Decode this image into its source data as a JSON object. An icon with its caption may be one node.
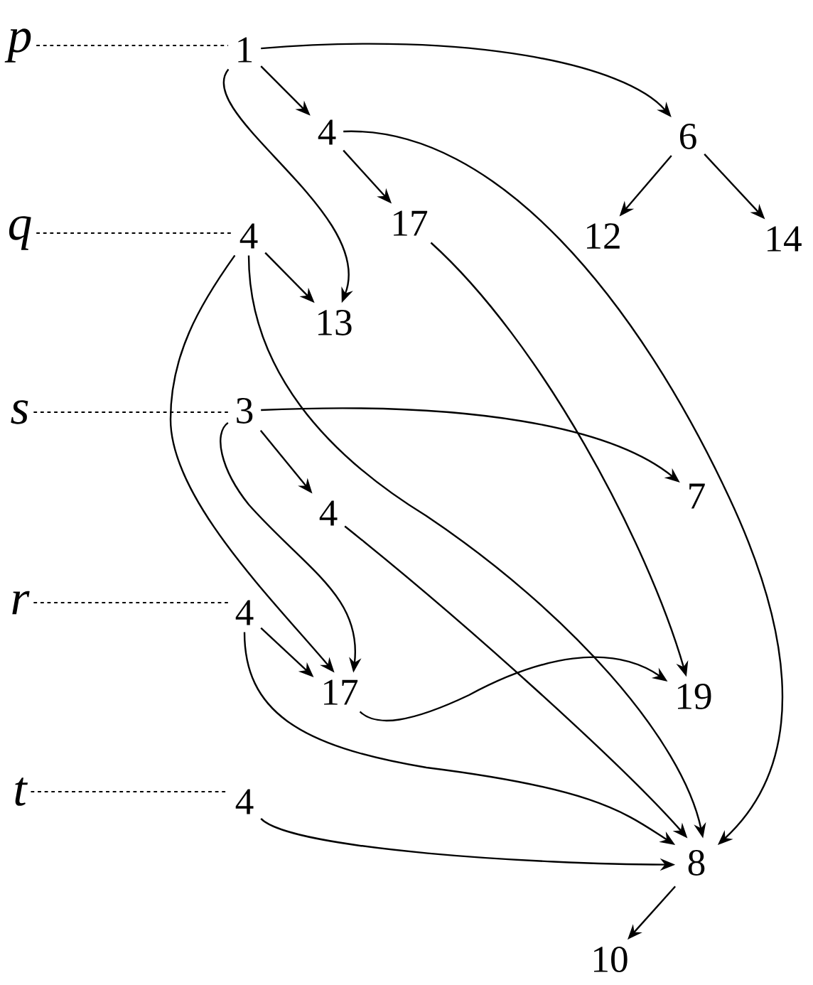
{
  "diagram": {
    "nodes": [
      {
        "text": [
          "p"
        ]
      },
      {
        "text": [
          "1"
        ]
      },
      {
        "text": [
          "4"
        ]
      },
      {
        "text": [
          "6"
        ]
      },
      {
        "text": [
          "q"
        ]
      },
      {
        "text": [
          "4"
        ]
      },
      {
        "text": [
          "17"
        ]
      },
      {
        "text": [
          "12"
        ]
      },
      {
        "text": [
          "14"
        ]
      },
      {
        "text": [
          "13"
        ]
      },
      {
        "text": [
          "s"
        ]
      },
      {
        "text": [
          "3"
        ]
      },
      {
        "text": [
          "7"
        ]
      },
      {
        "text": [
          "4"
        ]
      },
      {
        "text": [
          "r"
        ]
      },
      {
        "text": [
          "4"
        ]
      },
      {
        "text": [
          "17"
        ]
      },
      {
        "text": [
          "19"
        ]
      },
      {
        "text": [
          "t"
        ]
      },
      {
        "text": [
          "4"
        ]
      },
      {
        "text": [
          "8"
        ]
      },
      {
        "text": [
          "10"
        ]
      }
    ],
    "edges": [
      {
        "from": 0,
        "to": 1,
        "arrow": "none",
        "style": "dashed"
      },
      {
        "from": 4,
        "to": 5,
        "arrow": "none",
        "style": "dashed"
      },
      {
        "from": 10,
        "to": 11,
        "arrow": "none",
        "style": "dashed"
      },
      {
        "from": 14,
        "to": 15,
        "arrow": "none",
        "style": "dashed"
      },
      {
        "from": 18,
        "to": 19,
        "arrow": "none",
        "style": "dashed"
      },
      {
        "from": 1,
        "to": 2,
        "arrow": "to"
      },
      {
        "from": 1,
        "to": 3,
        "arrow": "to"
      },
      {
        "from": 1,
        "to": 9,
        "arrow": "to"
      },
      {
        "from": 2,
        "to": 6,
        "arrow": "to"
      },
      {
        "from": 2,
        "to": 20,
        "arrow": "to"
      },
      {
        "from": 3,
        "to": 7,
        "arrow": "to"
      },
      {
        "from": 3,
        "to": 8,
        "arrow": "to"
      },
      {
        "from": 6,
        "to": 17,
        "arrow": "to"
      },
      {
        "from": 5,
        "to": 9,
        "arrow": "to"
      },
      {
        "from": 5,
        "to": 16,
        "arrow": "to"
      },
      {
        "from": 5,
        "to": 20,
        "arrow": "to"
      },
      {
        "from": 11,
        "to": 12,
        "arrow": "to"
      },
      {
        "from": 11,
        "to": 13,
        "arrow": "to"
      },
      {
        "from": 11,
        "to": 16,
        "arrow": "to"
      },
      {
        "from": 13,
        "to": 20,
        "arrow": "to"
      },
      {
        "from": 15,
        "to": 16,
        "arrow": "to"
      },
      {
        "from": 15,
        "to": 20,
        "arrow": "to"
      },
      {
        "from": 16,
        "to": 17,
        "arrow": "to"
      },
      {
        "from": 19,
        "to": 20,
        "arrow": "to"
      },
      {
        "from": 20,
        "to": 21,
        "arrow": "to"
      }
    ]
  }
}
